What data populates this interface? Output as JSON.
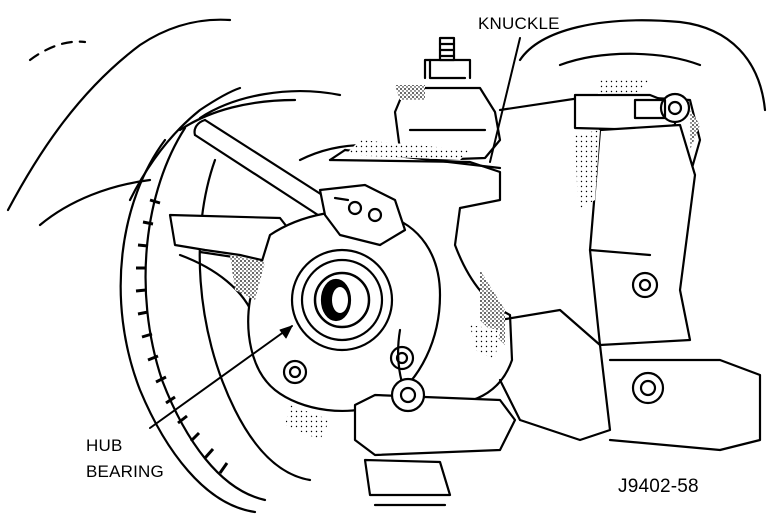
{
  "labels": {
    "knuckle": "KNUCKLE",
    "hub_line1": "HUB",
    "hub_line2": "BEARING",
    "figure_code": "J9402-58"
  },
  "colors": {
    "ink": "#000000",
    "paper": "#ffffff",
    "shade": "#8a8a8a"
  }
}
